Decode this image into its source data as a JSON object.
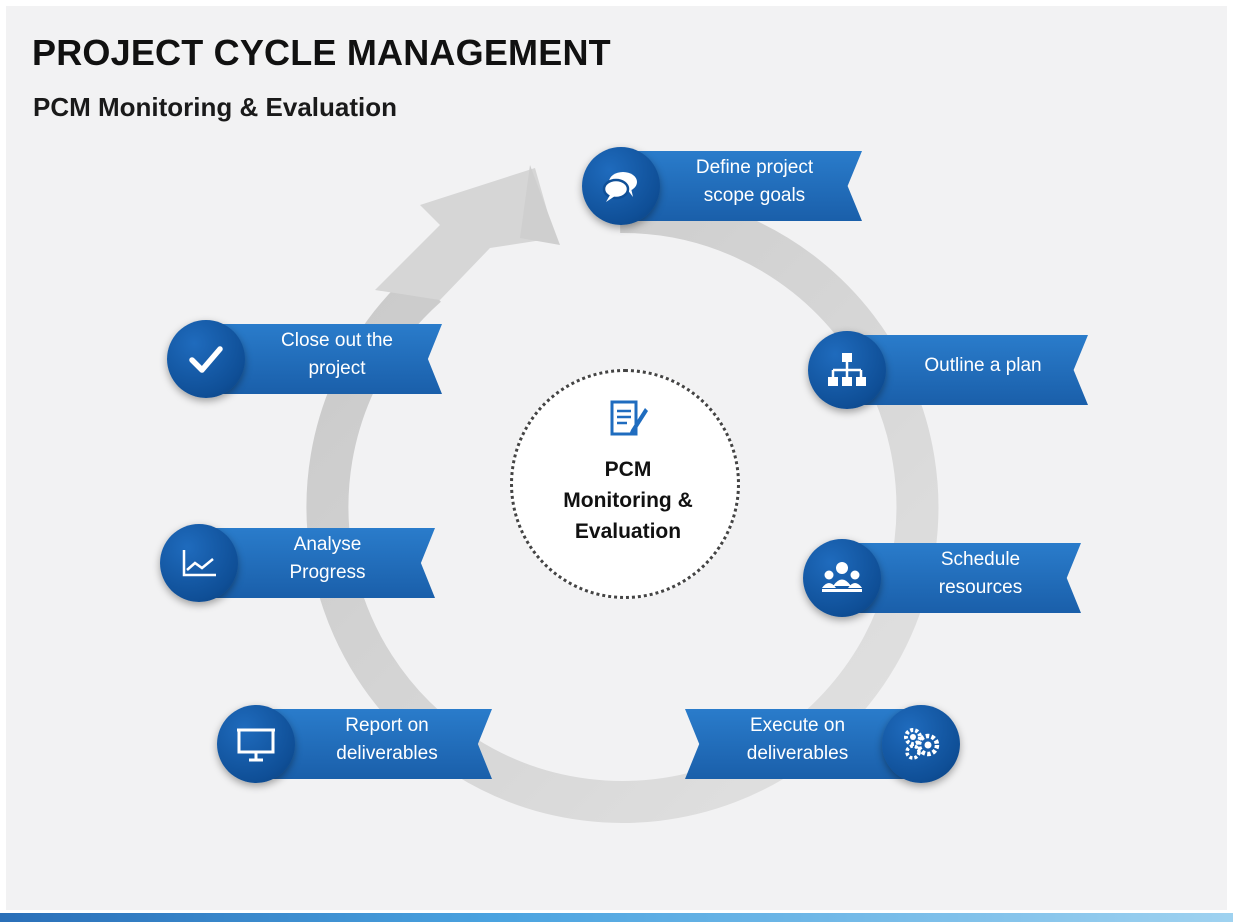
{
  "title": "PROJECT CYCLE MANAGEMENT",
  "subtitle": "PCM Monitoring & Evaluation",
  "center": {
    "label": "PCM\nMonitoring &\nEvaluation",
    "icon": "document-pen-icon"
  },
  "steps": [
    {
      "label": "Define project\nscope goals",
      "icon": "speech-bubbles-icon"
    },
    {
      "label": "Outline a plan",
      "icon": "org-chart-icon"
    },
    {
      "label": "Schedule\nresources",
      "icon": "people-group-icon"
    },
    {
      "label": "Execute on\ndeliverables",
      "icon": "gears-icon"
    },
    {
      "label": "Report on\ndeliverables",
      "icon": "presentation-screen-icon"
    },
    {
      "label": "Analyse\nProgress",
      "icon": "line-chart-icon"
    },
    {
      "label": "Close out the\nproject",
      "icon": "checkmark-icon"
    }
  ],
  "colors": {
    "ribbon": "#1f6cbf",
    "icon_circle": "#0f4f97",
    "cycle_arrow": "#d9d9d9",
    "background": "#f2f2f3"
  }
}
